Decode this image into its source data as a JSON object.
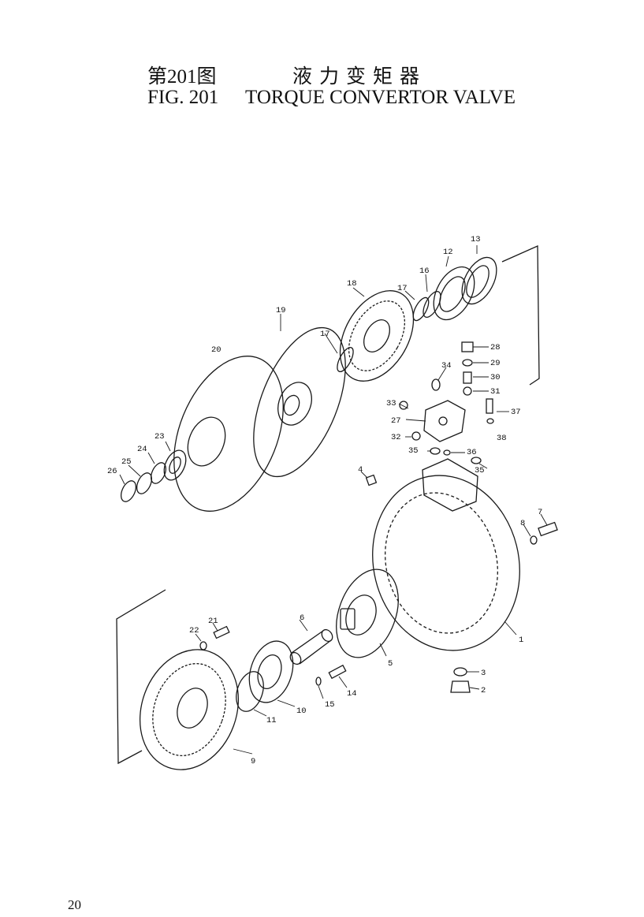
{
  "header": {
    "fig_cn": "第201图",
    "title_cn": "液力变矩器",
    "fig_en": "FIG. 201",
    "title_en": "TORQUE CONVERTOR VALVE"
  },
  "page_number": "20",
  "part_labels": {
    "p1": "1",
    "p2": "2",
    "p3": "3",
    "p4": "4",
    "p5": "5",
    "p6": "6",
    "p7": "7",
    "p8": "8",
    "p9": "9",
    "p10": "10",
    "p11": "11",
    "p12": "12",
    "p13": "13",
    "p14": "14",
    "p15": "15",
    "p16": "16",
    "p17a": "17",
    "p17b": "17",
    "p18": "18",
    "p19": "19",
    "p20": "20",
    "p21": "21",
    "p22": "22",
    "p23": "23",
    "p24": "24",
    "p25": "25",
    "p26": "26",
    "p27": "27",
    "p28": "28",
    "p29": "29",
    "p30": "30",
    "p31": "31",
    "p32": "32",
    "p33": "33",
    "p34": "34",
    "p35a": "35",
    "p35b": "35",
    "p36": "36",
    "p37": "37",
    "p38": "38"
  }
}
